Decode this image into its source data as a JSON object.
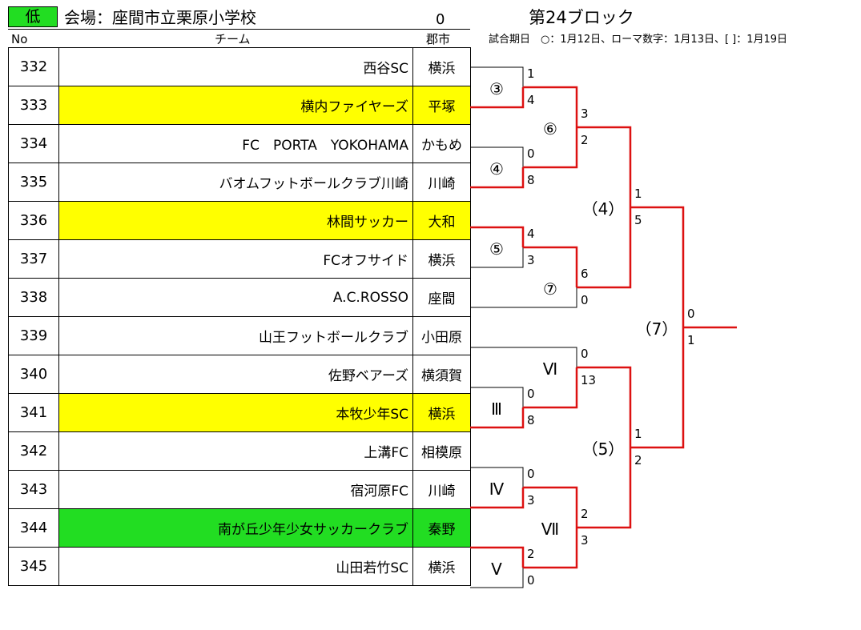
{
  "header": {
    "level": "低",
    "venue": "会場：座間市立栗原小学校",
    "zero": "0",
    "block": "第24ブロック",
    "col_no": "No",
    "col_team": "チーム",
    "col_city": "郡市",
    "date_note": "試合期日　○：1月12日、ローマ数字：1月13日、[ ]：1月19日"
  },
  "teams": [
    {
      "no": "332",
      "team": "西谷SC",
      "city": "横浜",
      "hl": ""
    },
    {
      "no": "333",
      "team": "横内ファイヤーズ",
      "city": "平塚",
      "hl": "yellow"
    },
    {
      "no": "334",
      "team": "FC　PORTA　YOKOHAMA",
      "city": "かもめ",
      "hl": ""
    },
    {
      "no": "335",
      "team": "バオムフットボールクラブ川崎",
      "city": "川崎",
      "hl": ""
    },
    {
      "no": "336",
      "team": "林間サッカー",
      "city": "大和",
      "hl": "yellow"
    },
    {
      "no": "337",
      "team": "FCオフサイド",
      "city": "横浜",
      "hl": ""
    },
    {
      "no": "338",
      "team": "A.C.ROSSO",
      "city": "座間",
      "hl": ""
    },
    {
      "no": "339",
      "team": "山王フットボールクラブ",
      "city": "小田原",
      "hl": ""
    },
    {
      "no": "340",
      "team": "佐野ベアーズ",
      "city": "横須賀",
      "hl": ""
    },
    {
      "no": "341",
      "team": "本牧少年SC",
      "city": "横浜",
      "hl": "yellow"
    },
    {
      "no": "342",
      "team": "上溝FC",
      "city": "相模原",
      "hl": ""
    },
    {
      "no": "343",
      "team": "宿河原FC",
      "city": "川崎",
      "hl": ""
    },
    {
      "no": "344",
      "team": "南が丘少年少女サッカークラブ",
      "city": "秦野",
      "hl": "green"
    },
    {
      "no": "345",
      "team": "山田若竹SC",
      "city": "横浜",
      "hl": ""
    }
  ],
  "matches": {
    "m3": {
      "label": "③",
      "top": "1",
      "bottom": "4"
    },
    "m4": {
      "label": "④",
      "top": "0",
      "bottom": "8"
    },
    "m5": {
      "label": "⑤",
      "top": "4",
      "bottom": "3"
    },
    "m6": {
      "label": "⑥",
      "top": "3",
      "bottom": "2"
    },
    "m7": {
      "label": "⑦",
      "top": "6",
      "bottom": "0"
    },
    "r4": {
      "label": "（4）",
      "top": "1",
      "bottom": "5"
    },
    "rIII": {
      "label": "Ⅲ",
      "top": "0",
      "bottom": "8"
    },
    "rVI": {
      "label": "Ⅵ",
      "top": "0",
      "bottom": "13"
    },
    "rIV": {
      "label": "Ⅳ",
      "top": "0",
      "bottom": "3"
    },
    "rV": {
      "label": "Ⅴ",
      "top": "2",
      "bottom": "0"
    },
    "rVII": {
      "label": "Ⅶ",
      "top": "2",
      "bottom": "3"
    },
    "r5": {
      "label": "（5）",
      "top": "1",
      "bottom": "2"
    },
    "r7": {
      "label": "（7）",
      "top": "0",
      "bottom": "1"
    }
  },
  "colors": {
    "win": "#dd1111",
    "line": "#000000",
    "yellow": "#ffff00",
    "green": "#22dd22"
  }
}
